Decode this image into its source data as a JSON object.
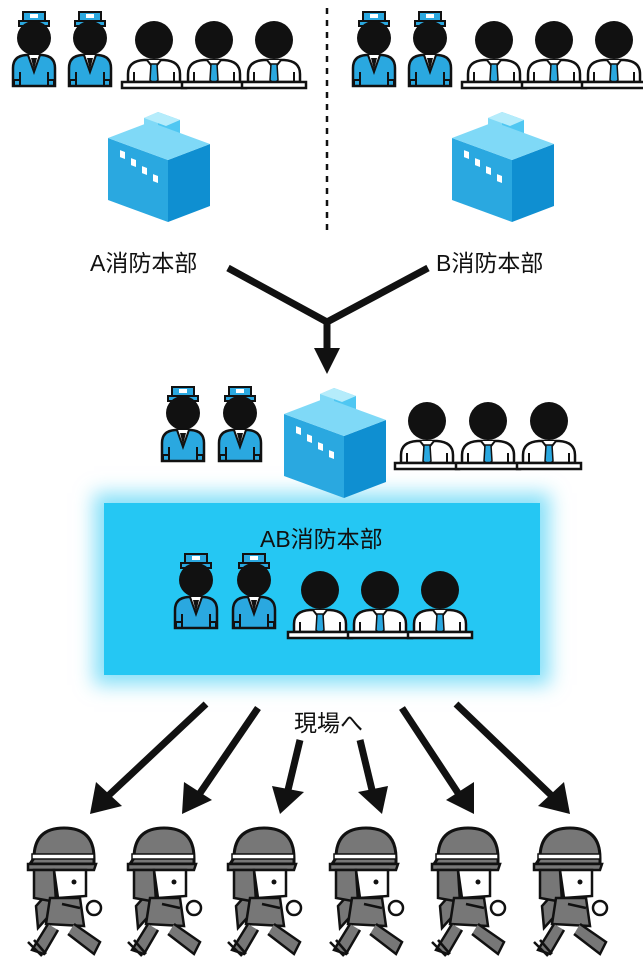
{
  "labels": {
    "a_hq": "A消防本部",
    "b_hq": "B消防本部",
    "ab_hq": "AB消防本部",
    "to_site": "現場へ"
  },
  "colors": {
    "blue": "#2aa8e0",
    "merged_bg": "#25c7f3",
    "black": "#111111"
  },
  "icons": {
    "dispatcher": "dispatcher-icon",
    "clerk": "clerk-icon",
    "building": "building-icon",
    "firefighter": "firefighter-icon"
  }
}
